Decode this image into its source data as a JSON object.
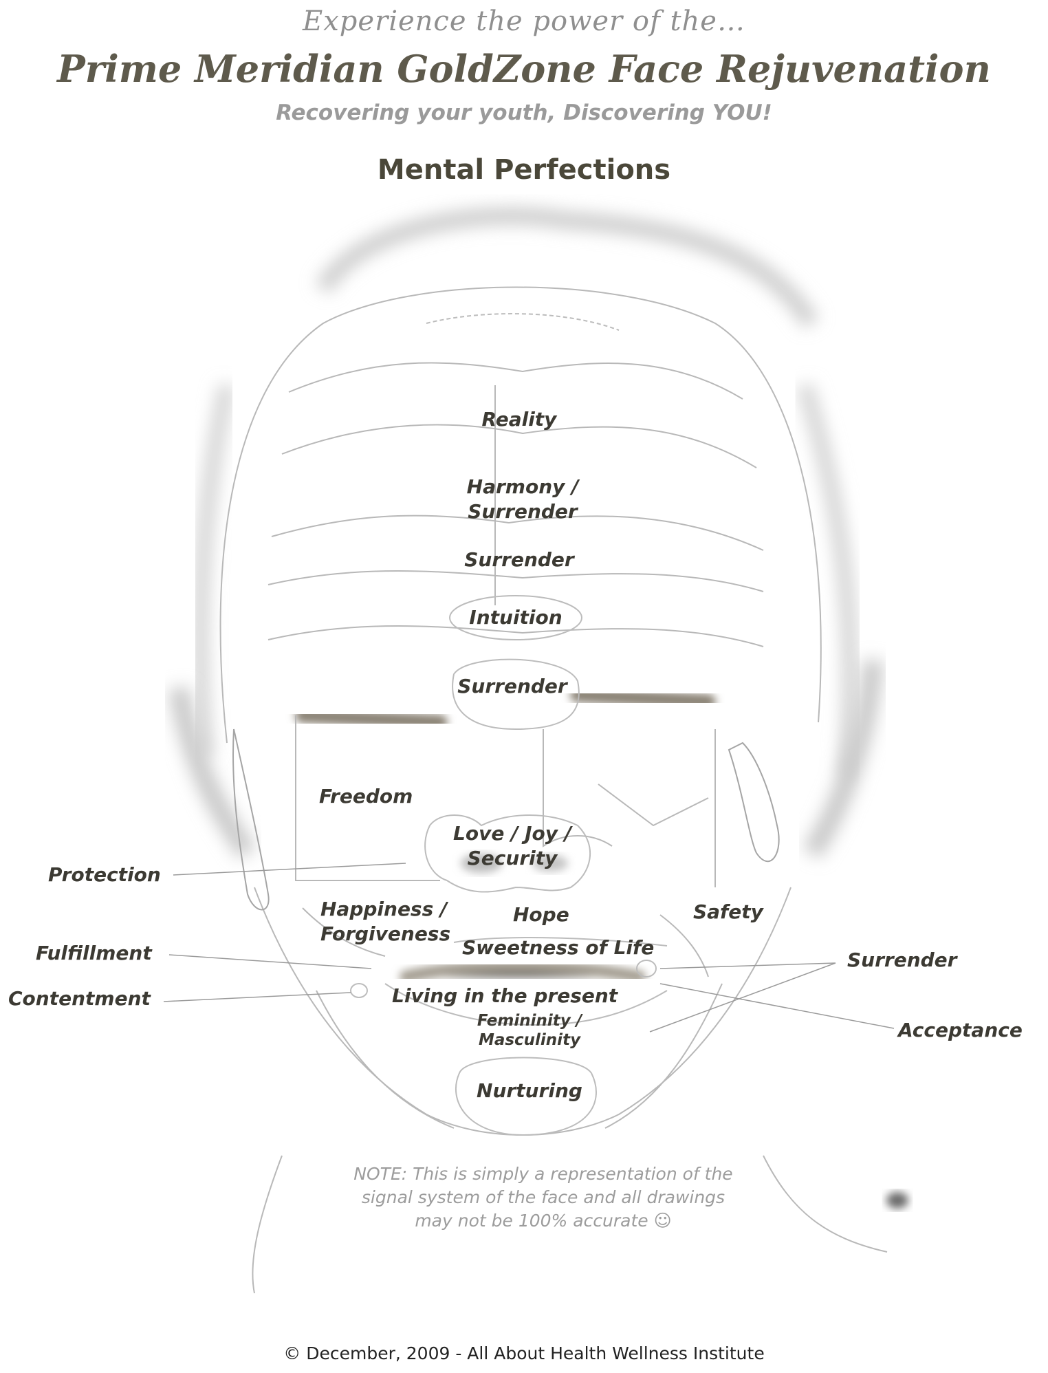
{
  "header": {
    "tagline": "Experience the power of the…",
    "title": "Prime Meridian GoldZone Face Rejuvenation",
    "subtitle": "Recovering your youth, Discovering YOU!",
    "heading": "Mental Perfections"
  },
  "zones": {
    "reality": "Reality",
    "harmony_1": "Harmony /",
    "harmony_2": "Surrender",
    "surrender_forehead": "Surrender",
    "intuition": "Intuition",
    "surrender_brow": "Surrender",
    "freedom": "Freedom",
    "love_1": "Love / Joy /",
    "love_2": "Security",
    "protection": "Protection",
    "happiness_1": "Happiness /",
    "happiness_2": "Forgiveness",
    "hope": "Hope",
    "safety": "Safety",
    "fulfillment": "Fulfillment",
    "sweetness": "Sweetness of Life",
    "surrender_lip": "Surrender",
    "contentment": "Contentment",
    "living": "Living in the present",
    "acceptance": "Acceptance",
    "femininity_1": "Femininity /",
    "femininity_2": "Masculinity",
    "nurturing": "Nurturing"
  },
  "note": {
    "line1": "NOTE:  This is simply a representation of the",
    "line2": "signal system of the face and all drawings",
    "line3": "may not be 100% accurate ☺"
  },
  "footer": "© December, 2009  - All About Health Wellness Institute"
}
